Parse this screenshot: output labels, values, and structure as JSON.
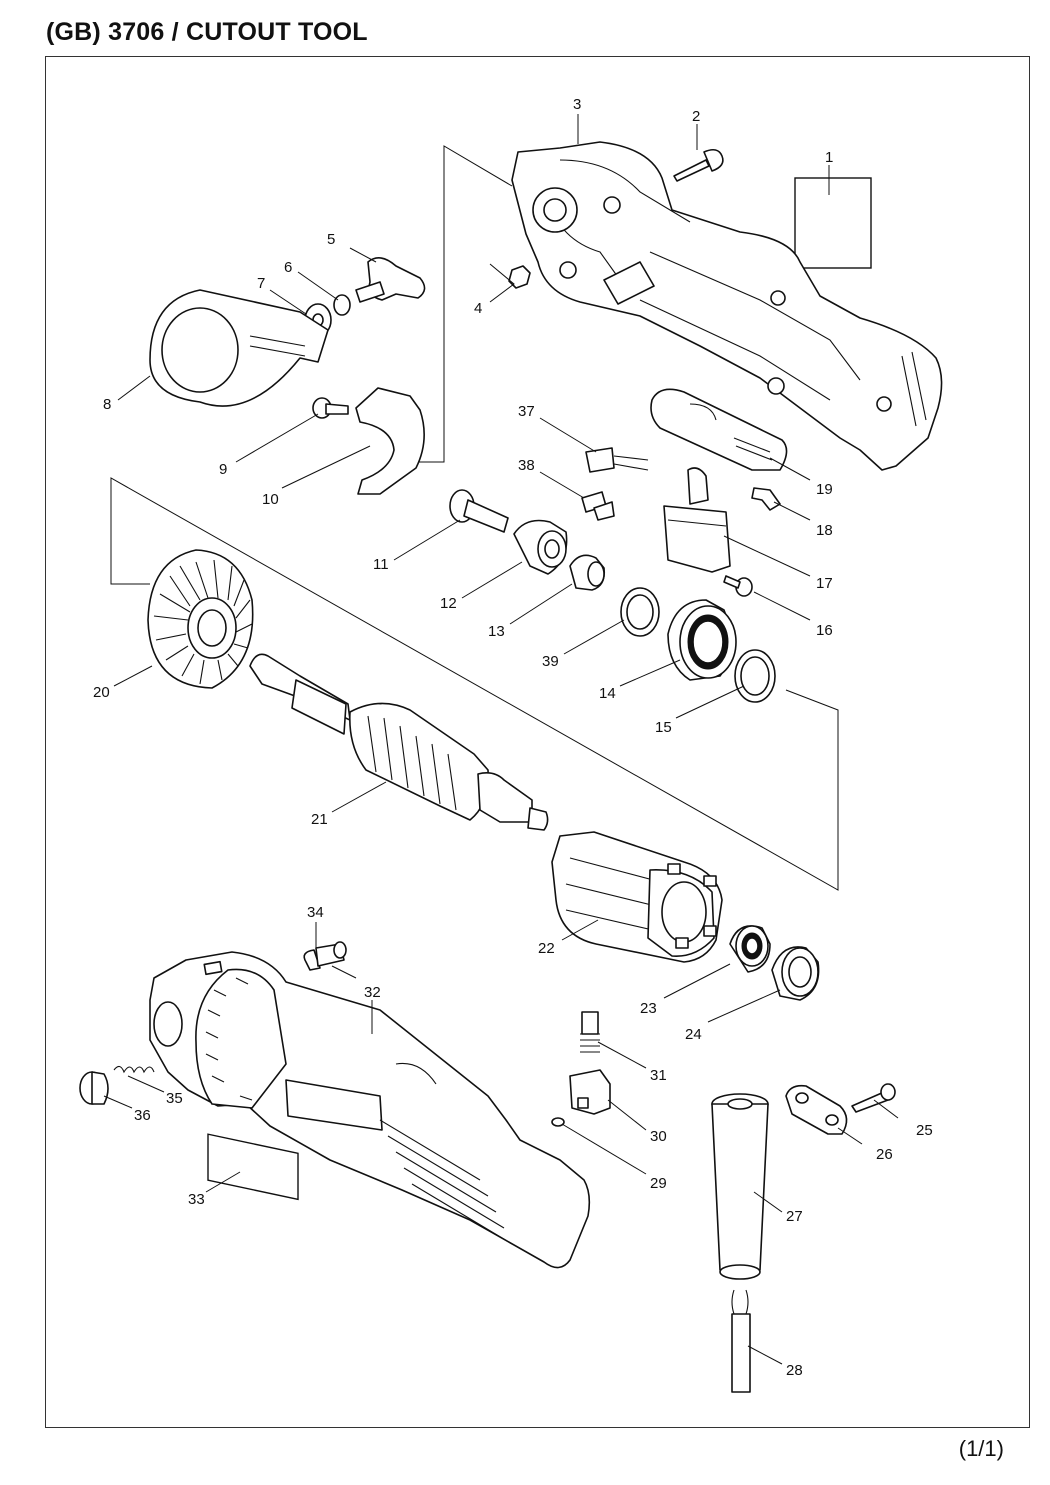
{
  "header": {
    "title": "(GB) 3706 / CUTOUT TOOL"
  },
  "footer": {
    "page": "(1/1)"
  },
  "callouts": [
    "1",
    "2",
    "3",
    "4",
    "5",
    "6",
    "7",
    "8",
    "9",
    "10",
    "11",
    "12",
    "13",
    "14",
    "15",
    "16",
    "17",
    "18",
    "19",
    "20",
    "21",
    "22",
    "23",
    "24",
    "25",
    "26",
    "27",
    "28",
    "29",
    "30",
    "31",
    "32",
    "33",
    "34",
    "35",
    "36",
    "37",
    "38",
    "39"
  ]
}
